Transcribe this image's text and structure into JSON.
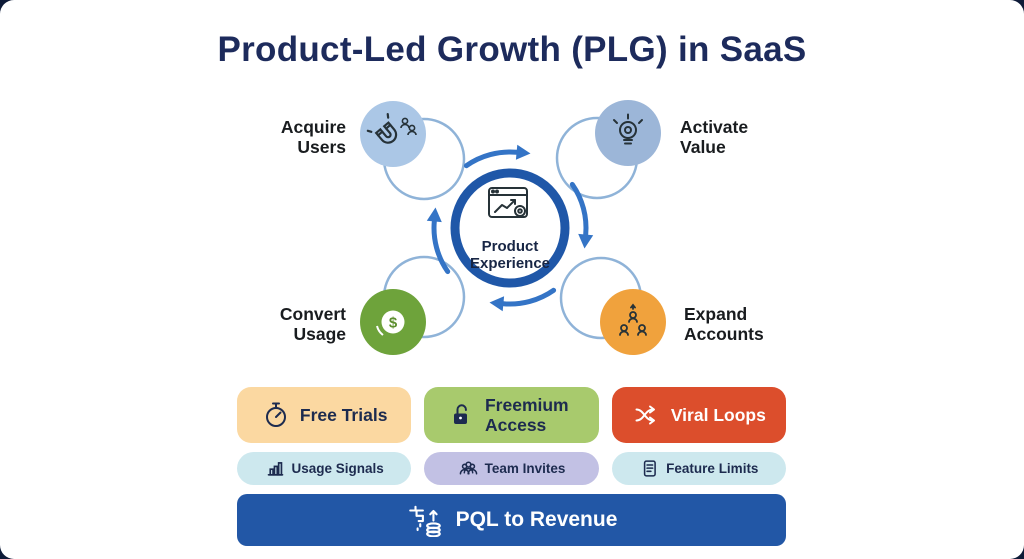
{
  "page": {
    "title": "Product-Led Growth (PLG) in SaaS"
  },
  "colors": {
    "title": "#1d2b5c",
    "ring": "#1f57a8",
    "arrow": "#3474c6",
    "outline": "#8fb3d8",
    "icon_dark": "#263238",
    "dollar_green": "#5c8e2e"
  },
  "cycle": {
    "center": {
      "line1": "Product",
      "line2": "Experience",
      "icon": "browser-gear-chart-icon"
    },
    "nodes": [
      {
        "id": "acquire-users",
        "line1": "Acquire",
        "line2": "Users",
        "color": "#abc7e6",
        "icon": "magnet-icon"
      },
      {
        "id": "activate-value",
        "line1": "Activate",
        "line2": "Value",
        "color": "#9cb6d8",
        "icon": "lightbulb-icon"
      },
      {
        "id": "convert-usage",
        "line1": "Convert",
        "line2": "Usage",
        "color": "#6ea33b",
        "icon": "dollar-coin-icon",
        "icon_glyph": "$"
      },
      {
        "id": "expand-accounts",
        "line1": "Expand",
        "line2": "Accounts",
        "color": "#f0a23d",
        "icon": "people-network-icon"
      }
    ]
  },
  "tactics": {
    "row1": [
      {
        "label": "Free Trials",
        "bg": "#fbd8a1",
        "fg": "#1d2b4f",
        "icon": "stopwatch-icon"
      },
      {
        "label": "Freemium Access",
        "bg": "#a8ca6d",
        "fg": "#1d2b4f",
        "icon": "open-padlock-icon"
      },
      {
        "label": "Viral Loops",
        "bg": "#dc4e2c",
        "fg": "#ffffff",
        "icon": "share-arrows-icon"
      }
    ],
    "row2": [
      {
        "label": "Usage Signals",
        "bg": "#cde8ee",
        "fg": "#1d2b4f",
        "icon": "bar-chart-icon"
      },
      {
        "label": "Team Invites",
        "bg": "#c2c1e4",
        "fg": "#1d2b4f",
        "icon": "team-icon"
      },
      {
        "label": "Feature Limits",
        "bg": "#cde8ee",
        "fg": "#1d2b4f",
        "icon": "feature-list-icon"
      }
    ]
  },
  "footer": {
    "label": "PQL to Revenue",
    "bg": "#2257a6",
    "fg": "#ffffff",
    "icon": "funnel-coins-icon"
  }
}
